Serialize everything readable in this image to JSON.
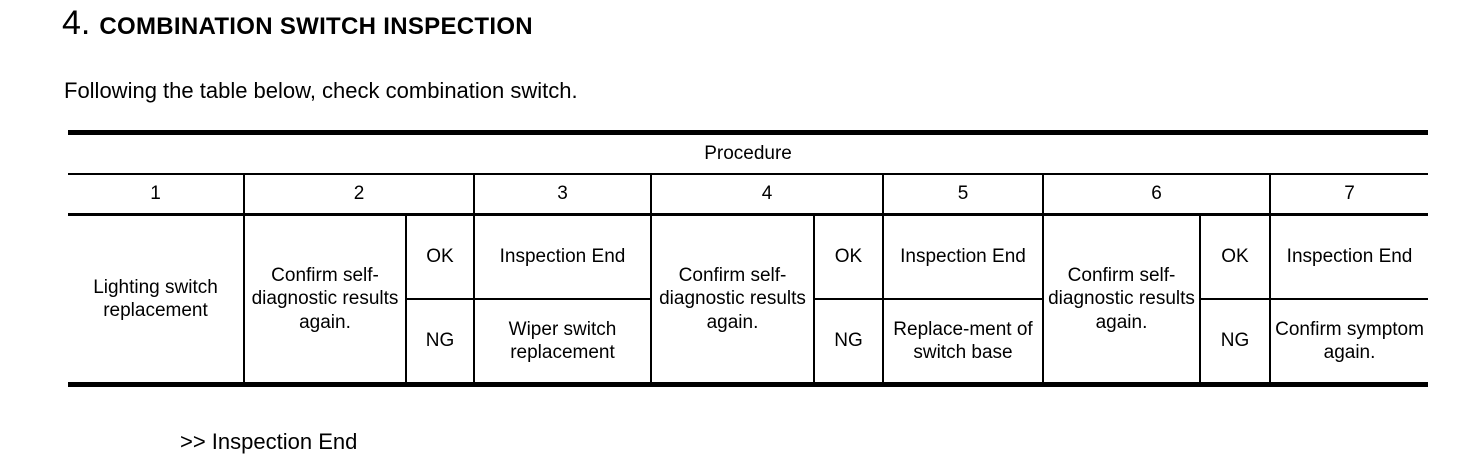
{
  "heading": {
    "number": "4.",
    "title": "COMBINATION SWITCH INSPECTION"
  },
  "intro": "Following the table below, check combination switch.",
  "table": {
    "group_header": "Procedure",
    "column_numbers": [
      "1",
      "2",
      "3",
      "4",
      "5",
      "6",
      "7"
    ],
    "judgement_ok": "OK",
    "judgement_ng": "NG",
    "steps": {
      "step1": "Lighting switch replacement",
      "step2": "Confirm self-diagnostic results again.",
      "step3_ok": "Inspection End",
      "step3_ng": "Wiper switch replacement",
      "step4": "Confirm self-diagnostic results again.",
      "step5_ok": "Inspection End",
      "step5_ng": "Replace-ment of switch base",
      "step6": "Confirm self-diagnostic results again.",
      "step7_ok": "Inspection End",
      "step7_ng": "Confirm symptom again."
    }
  },
  "footer": ">> Inspection End"
}
